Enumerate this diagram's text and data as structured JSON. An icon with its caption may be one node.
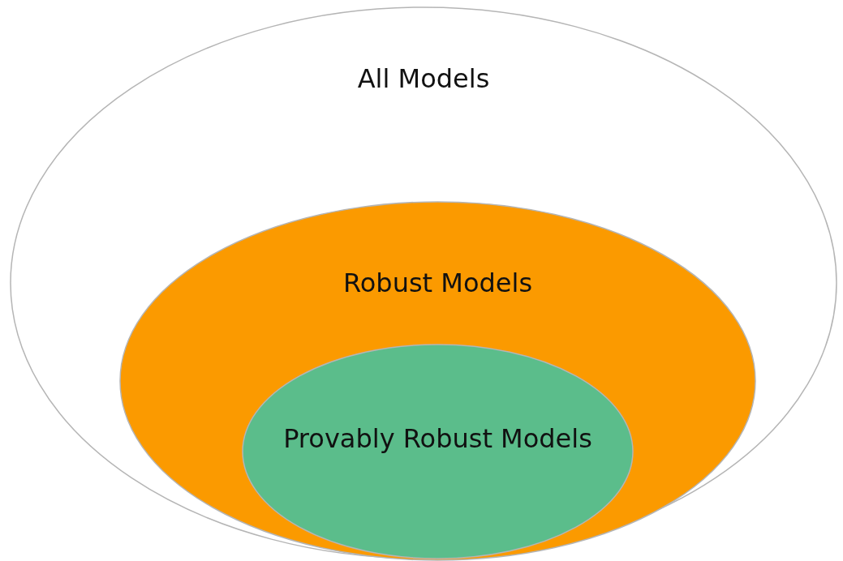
{
  "diagram": {
    "nodes": [
      {
        "text": [
          "All Models"
        ]
      },
      {
        "text": [
          "Robust Models"
        ],
        "in": 0
      },
      {
        "text": [
          "Provably Robust Models"
        ],
        "in": 1
      }
    ]
  }
}
